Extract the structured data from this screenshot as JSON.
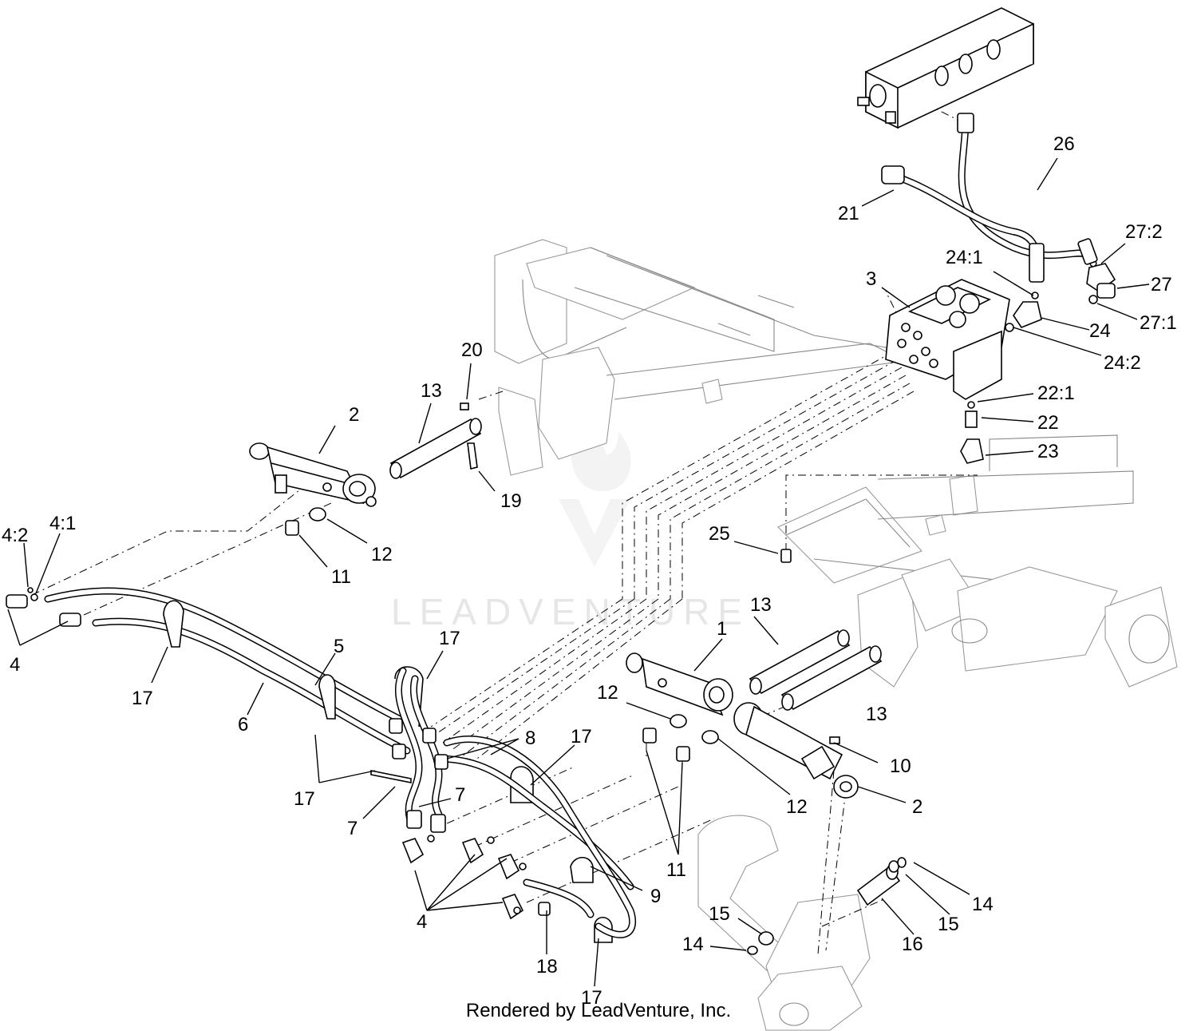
{
  "watermark": "LEADVENTURE",
  "footer": "Rendered by LeadVenture, Inc.",
  "callouts": {
    "c26": "26",
    "c21": "21",
    "c27_2": "27:2",
    "c27": "27",
    "c27_1": "27:1",
    "c24_1": "24:1",
    "c24": "24",
    "c24_2": "24:2",
    "c3": "3",
    "c22_1": "22:1",
    "c22": "22",
    "c23": "23",
    "c25": "25",
    "c20": "20",
    "c13_top": "13",
    "c2_top": "2",
    "c19": "19",
    "c12_top": "12",
    "c11_top": "11",
    "c4_2": "4:2",
    "c4_1": "4:1",
    "c4_left": "4",
    "c17_left": "17",
    "c5": "5",
    "c6": "6",
    "c17_center": "17",
    "c17_lower": "17",
    "c8": "8",
    "c17_right": "17",
    "c7_left": "7",
    "c7_right": "7",
    "c13_mid": "13",
    "c1": "1",
    "c13_low": "13",
    "c12_mid": "12",
    "c10": "10",
    "c12_low": "12",
    "c2_low": "2",
    "c11_low": "11",
    "c9": "9",
    "c4_bottom": "4",
    "c18": "18",
    "c17_bottom": "17",
    "c15_left": "15",
    "c14_left": "14",
    "c16": "16",
    "c15_right": "15",
    "c14_right": "14"
  }
}
